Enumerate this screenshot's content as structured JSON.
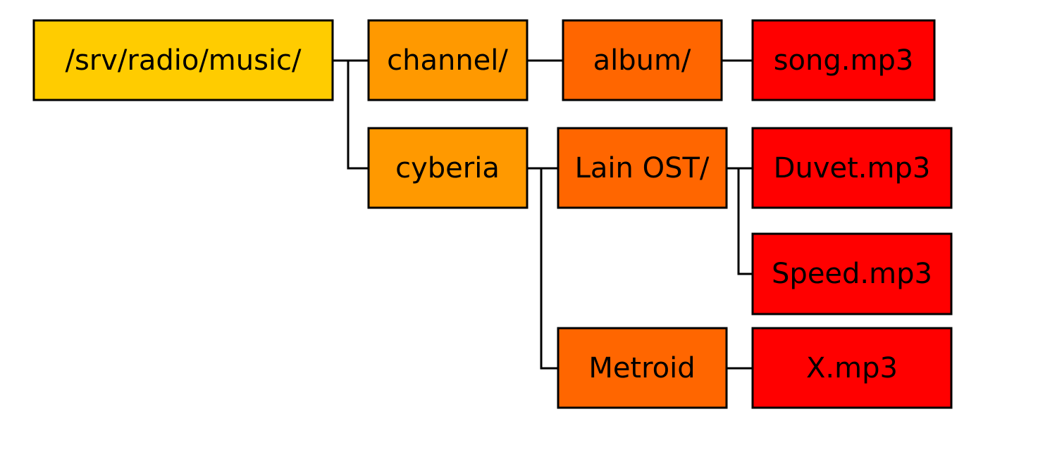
{
  "colors": {
    "level_0": "#ffcc00",
    "level_1": "#ff9900",
    "level_2": "#ff6600",
    "level_3": "#ff0000",
    "line": "#000000"
  },
  "nodes": {
    "root": {
      "label": "/srv/radio/music/",
      "level": 0
    },
    "channel": {
      "label": "channel/",
      "level": 1
    },
    "cyberia": {
      "label": "cyberia",
      "level": 1
    },
    "album": {
      "label": "album/",
      "level": 2
    },
    "lain_ost": {
      "label": "Lain OST/",
      "level": 2
    },
    "metroid": {
      "label": "Metroid",
      "level": 2
    },
    "song_mp3": {
      "label": "song.mp3",
      "level": 3
    },
    "duvet_mp3": {
      "label": "Duvet.mp3",
      "level": 3
    },
    "speed_mp3": {
      "label": "Speed.mp3",
      "level": 3
    },
    "x_mp3": {
      "label": "X.mp3",
      "level": 3
    }
  }
}
